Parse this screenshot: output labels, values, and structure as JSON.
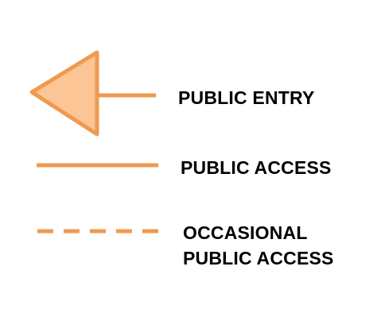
{
  "legend": {
    "colors": {
      "stroke": "#ef9a50",
      "fill": "#fbc596",
      "text": "#000000"
    },
    "items": [
      {
        "symbol": "arrow-left-icon",
        "label": "PUBLIC ENTRY"
      },
      {
        "symbol": "solid-line",
        "label": "PUBLIC ACCESS"
      },
      {
        "symbol": "dashed-line",
        "label_line1": "OCCASIONAL",
        "label_line2": "PUBLIC ACCESS"
      }
    ]
  }
}
